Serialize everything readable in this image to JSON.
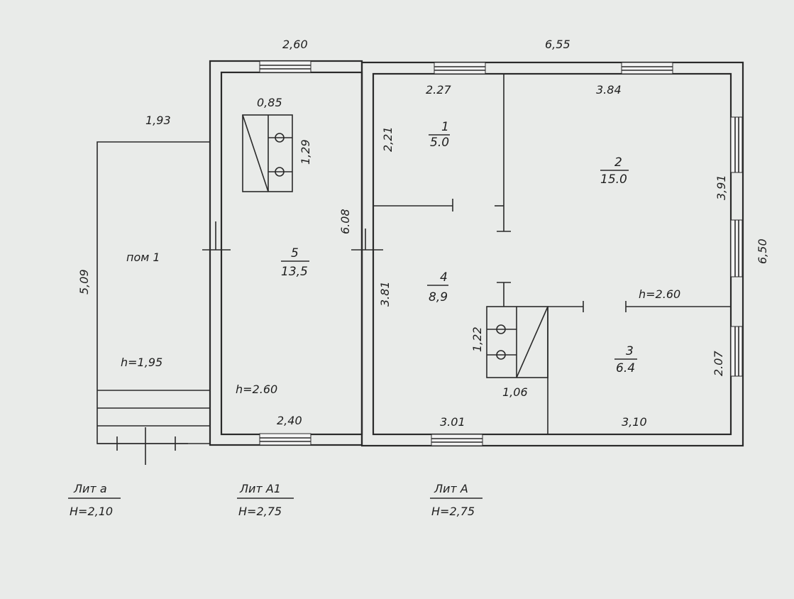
{
  "dimensions": {
    "top_a1": "2,60",
    "top_a": "6,55",
    "lit_a_top": "1,93",
    "lit_a_height": "5,09",
    "stove_a1_width": "0,85",
    "stove_a1_depth": "1,29",
    "room1_width": "2.27",
    "room1_depth": "2,21",
    "room2_width": "3.84",
    "room2_depth": "3,91",
    "a1_depth": "6.08",
    "a_depth": "6,50",
    "room4_depth": "3.81",
    "stove_a_depth": "1,22",
    "stove_a_width": "1,06",
    "room3_depth": "2.07",
    "a1_bottom": "2,40",
    "room4_bottom": "3.01",
    "room3_bottom": "3,10"
  },
  "rooms": {
    "pom1": "пом 1",
    "room1": {
      "num": "1",
      "area": "5.0"
    },
    "room2": {
      "num": "2",
      "area": "15.0"
    },
    "room3": {
      "num": "3",
      "area": "6.4"
    },
    "room4": {
      "num": "4",
      "area": "8,9"
    },
    "room5": {
      "num": "5",
      "area": "13,5"
    }
  },
  "heights": {
    "lit_a_small": "h=1,95",
    "a1": "h=2.60",
    "room3": "h=2.60"
  },
  "letters": [
    {
      "name": "Лит а",
      "height": "H=2,10"
    },
    {
      "name": "Лит А1",
      "height": "H=2,75"
    },
    {
      "name": "Лит А",
      "height": "H=2,75"
    }
  ],
  "colors": {
    "paper": "#e9ebe9",
    "ink": "#2a2a2a"
  }
}
